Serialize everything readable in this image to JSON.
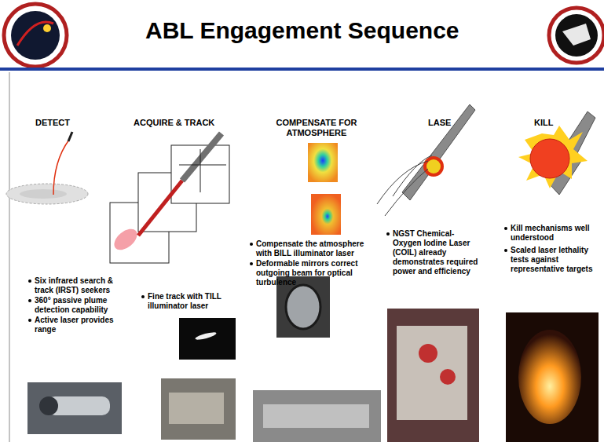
{
  "diagram": {
    "title": "ABL Engagement Sequence",
    "labels": [
      "DETECT",
      "ACQUIRE & TRACK",
      "COMPENSATE FOR ATMOSPHERE",
      "LASE",
      "KILL",
      "Six infrared search & track (IRST) seekers",
      "360° passive plume detection capability",
      "Active laser provides range",
      "Fine track with TILL illuminator laser",
      "Compensate the atmosphere with BILL illuminator laser",
      "Deformable mirrors correct outgoing beam for optical turbulence",
      "NGST Chemical-Oxygen Iodine Laser (COIL) already demonstrates required power and efficiency",
      "Kill mechanisms well understood",
      "Scaled laser lethality tests against representative targets"
    ]
  }
}
